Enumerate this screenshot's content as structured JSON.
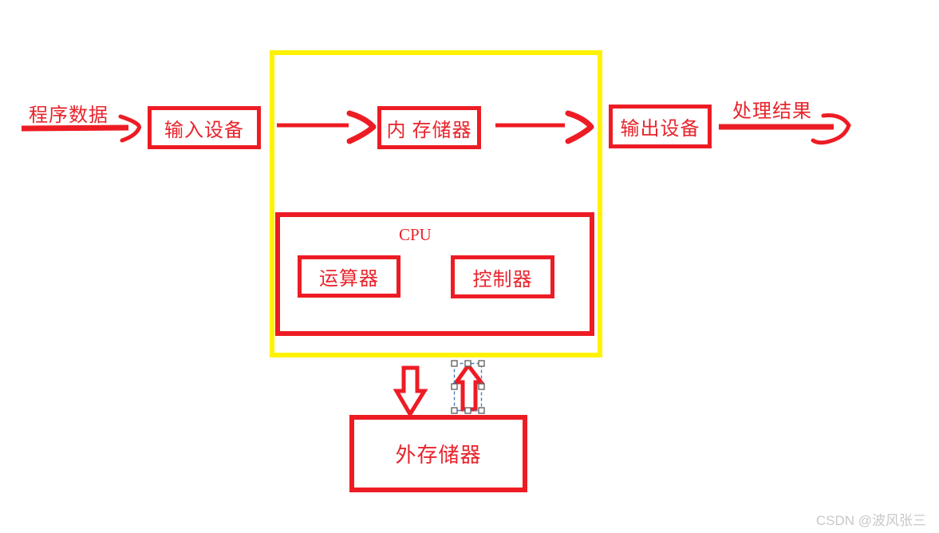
{
  "diagram": {
    "program_data_label": "程序数据",
    "input_device": "输入设备",
    "main_memory": "内 存储器",
    "output_device": "输出设备",
    "result_label": "处理结果",
    "cpu_label": "CPU",
    "alu": "运算器",
    "control_unit": "控制器",
    "external_storage": "外存储器"
  },
  "watermark": {
    "text": "CSDN @波风张三"
  },
  "colors": {
    "shape_red": "#ed1c24",
    "label_red": "#e8242c",
    "cpu_host_yellow": "#fff200",
    "selection_dash_blue": "#4a7ebb",
    "selection_handle_fill": "#ffffff",
    "selection_handle_border": "#5a5a5a",
    "watermark_gray": "#c8c8c8",
    "canvas_background": "#ffffff"
  }
}
